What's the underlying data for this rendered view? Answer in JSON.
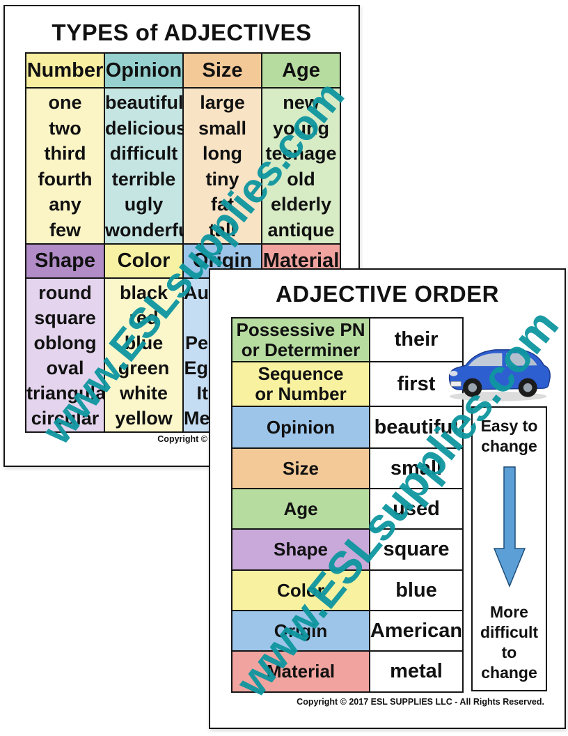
{
  "watermark": {
    "text": "www.ESLsupplies.com",
    "color": "#0F96A0"
  },
  "poster_types": {
    "title": "TYPES of ADJECTIVES",
    "copyright_visible": "Copyright ©",
    "columns_top": [
      {
        "header": "Number",
        "header_color": "#F8EFA0",
        "body_color": "#FBF5C6",
        "words": [
          "one",
          "two",
          "third",
          "fourth",
          "any",
          "few"
        ]
      },
      {
        "header": "Opinion",
        "header_color": "#96D1CF",
        "body_color": "#C5E5E3",
        "words": [
          "beautiful",
          "delicious",
          "difficult",
          "terrible",
          "ugly",
          "wonderful"
        ]
      },
      {
        "header": "Size",
        "header_color": "#F4C998",
        "body_color": "#F8E3C5",
        "words": [
          "large",
          "small",
          "long",
          "tiny",
          "fat",
          "tall"
        ]
      },
      {
        "header": "Age",
        "header_color": "#B7DCA0",
        "body_color": "#D7EBC5",
        "words": [
          "new",
          "young",
          "teenage",
          "old",
          "elderly",
          "antique"
        ]
      }
    ],
    "columns_bottom": [
      {
        "header": "Shape",
        "header_color": "#B18CC6",
        "body_color": "#E4D4ED",
        "words": [
          "round",
          "square",
          "oblong",
          "oval",
          "triangular",
          "circular"
        ]
      },
      {
        "header": "Color",
        "header_color": "#F7F2A3",
        "body_color": "#FBF7CB",
        "words": [
          "black",
          "red",
          "blue",
          "green",
          "white",
          "yellow"
        ]
      },
      {
        "header": "Origin",
        "header_color": "#9DC5E9",
        "body_color": "#C5DDF3",
        "words": [
          "Aus",
          "",
          "Pe",
          "Eg",
          "It",
          "Me"
        ]
      },
      {
        "header": "Material",
        "header_color": "#F1A49F",
        "body_color": "#F8D0CC",
        "words": []
      }
    ]
  },
  "poster_order": {
    "title": "ADJECTIVE ORDER",
    "rows": [
      {
        "category": "Possessive PN\nor Determiner",
        "example": "their",
        "color": "#B7DCA0"
      },
      {
        "category": "Sequence\nor Number",
        "example": "first",
        "color": "#F8F2A0"
      },
      {
        "category": "Opinion",
        "example": "beautiful",
        "color": "#9DC5E9"
      },
      {
        "category": "Size",
        "example": "small",
        "color": "#F4C998"
      },
      {
        "category": "Age",
        "example": "used",
        "color": "#B7DCA0"
      },
      {
        "category": "Shape",
        "example": "square",
        "color": "#C9A9DA"
      },
      {
        "category": "Color",
        "example": "blue",
        "color": "#F8F2A0"
      },
      {
        "category": "Origin",
        "example": "American",
        "color": "#9DC5E9"
      },
      {
        "category": "Material",
        "example": "metal",
        "color": "#F1A49F"
      }
    ],
    "side_panel": {
      "easy_label": "Easy to\nchange",
      "hard_label": "More\ndifficult\nto change",
      "arrow_color": "#5B9FD6"
    },
    "car_color": "#2E5FD0",
    "copyright": "Copyright © 2017 ESL SUPPLIES LLC - All Rights Reserved."
  }
}
